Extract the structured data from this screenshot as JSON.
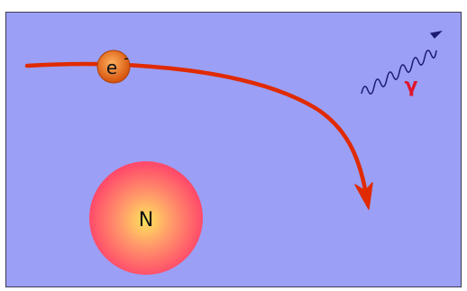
{
  "electron": {
    "label": "e",
    "charge": "-"
  },
  "photon": {
    "label": "γ"
  },
  "nucleus": {
    "label": "N"
  },
  "colors": {
    "background": "#9b9ff5",
    "trajectory": "#e02a00",
    "photon_wave": "#1a1a70",
    "photon_label": "#e0142a",
    "electron": "#e06010",
    "nucleus_core": "#ffd85a",
    "nucleus_edge": "#ff4a6a"
  },
  "icons": {
    "electron": "particle-circle",
    "nucleus": "radial-glow-circle",
    "photon": "wavy-arrow"
  }
}
